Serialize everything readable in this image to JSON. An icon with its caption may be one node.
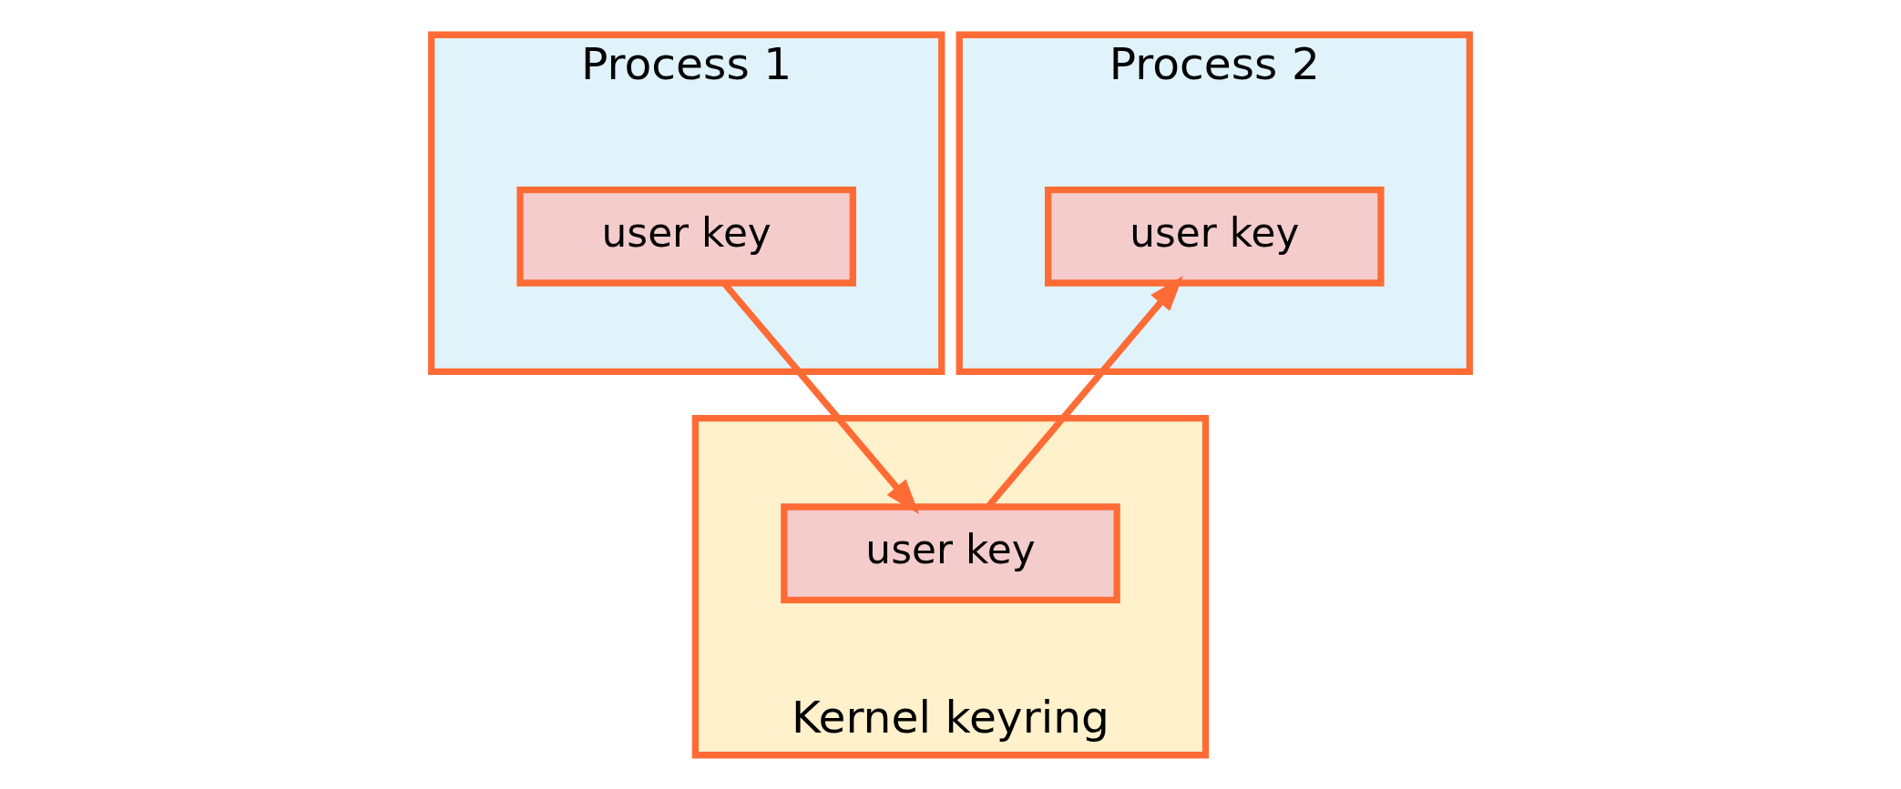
{
  "diagram": {
    "nodes": [
      {
        "text": [
          "Process 1"
        ]
      },
      {
        "text": [
          "user key"
        ],
        "in": 0
      },
      {
        "text": [
          "Process 2"
        ]
      },
      {
        "text": [
          "user key"
        ],
        "in": 2
      },
      {
        "text": [
          "Kernel keyring"
        ]
      },
      {
        "text": [
          "user key"
        ],
        "in": 4
      }
    ],
    "edges": [
      {
        "from": 1,
        "to": 5,
        "arrow": "to"
      },
      {
        "from": 5,
        "to": 3,
        "arrow": "to"
      }
    ]
  }
}
